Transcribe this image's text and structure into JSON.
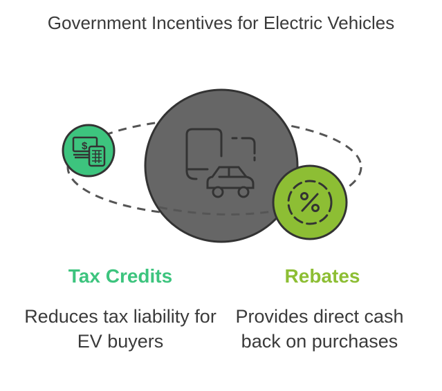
{
  "title": "Government Incentives for Electric Vehicles",
  "center": {
    "icon": "document-car-icon"
  },
  "items": [
    {
      "heading": "Tax Credits",
      "description": "Reduces tax liability for EV buyers",
      "icon": "money-calculator-icon",
      "color": "#3dc47e"
    },
    {
      "heading": "Rebates",
      "description": "Provides direct cash back on purchases",
      "icon": "percent-badge-icon",
      "color": "#8dbe34"
    }
  ],
  "colors": {
    "center": "#666666",
    "stroke": "#333333",
    "text": "#3a3a3a"
  }
}
